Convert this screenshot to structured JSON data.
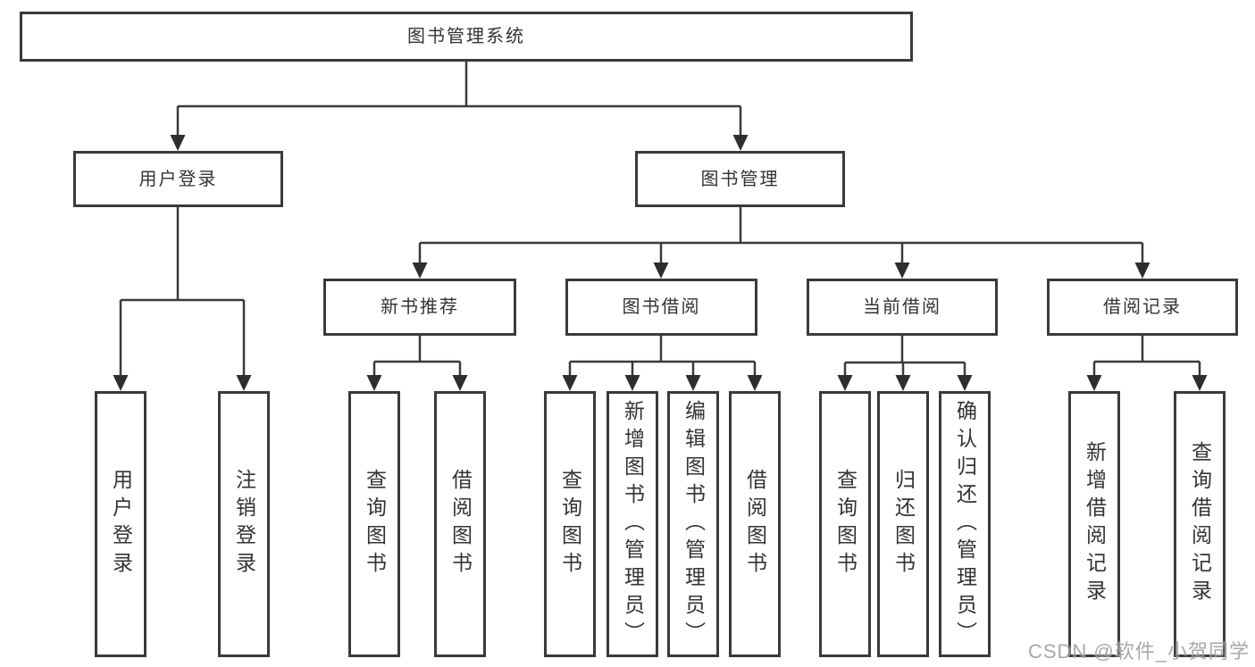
{
  "diagram": {
    "title": "图书管理系统",
    "root": {
      "label": "图书管理系统"
    },
    "level2": [
      {
        "label": "用户登录"
      },
      {
        "label": "图书管理"
      }
    ],
    "level3": [
      {
        "label": "新书推荐"
      },
      {
        "label": "图书借阅"
      },
      {
        "label": "当前借阅"
      },
      {
        "label": "借阅记录"
      }
    ],
    "leaves": {
      "user_login": [
        "用户登录",
        "注销登录"
      ],
      "new_book": [
        "查询图书",
        "借阅图书"
      ],
      "borrow": [
        "查询图书",
        "新增图书（管理员）",
        "编辑图书（管理员）",
        "借阅图书"
      ],
      "current": [
        "查询图书",
        "归还图书",
        "确认归还（管理员）"
      ],
      "records": [
        "新增借阅记录",
        "查询借阅记录"
      ]
    }
  },
  "watermark": "CSDN @软件_小贺同学",
  "colors": {
    "line": "#3a3a3a",
    "text": "#333333",
    "background": "#ffffff",
    "watermark": "#9a9a9a"
  }
}
